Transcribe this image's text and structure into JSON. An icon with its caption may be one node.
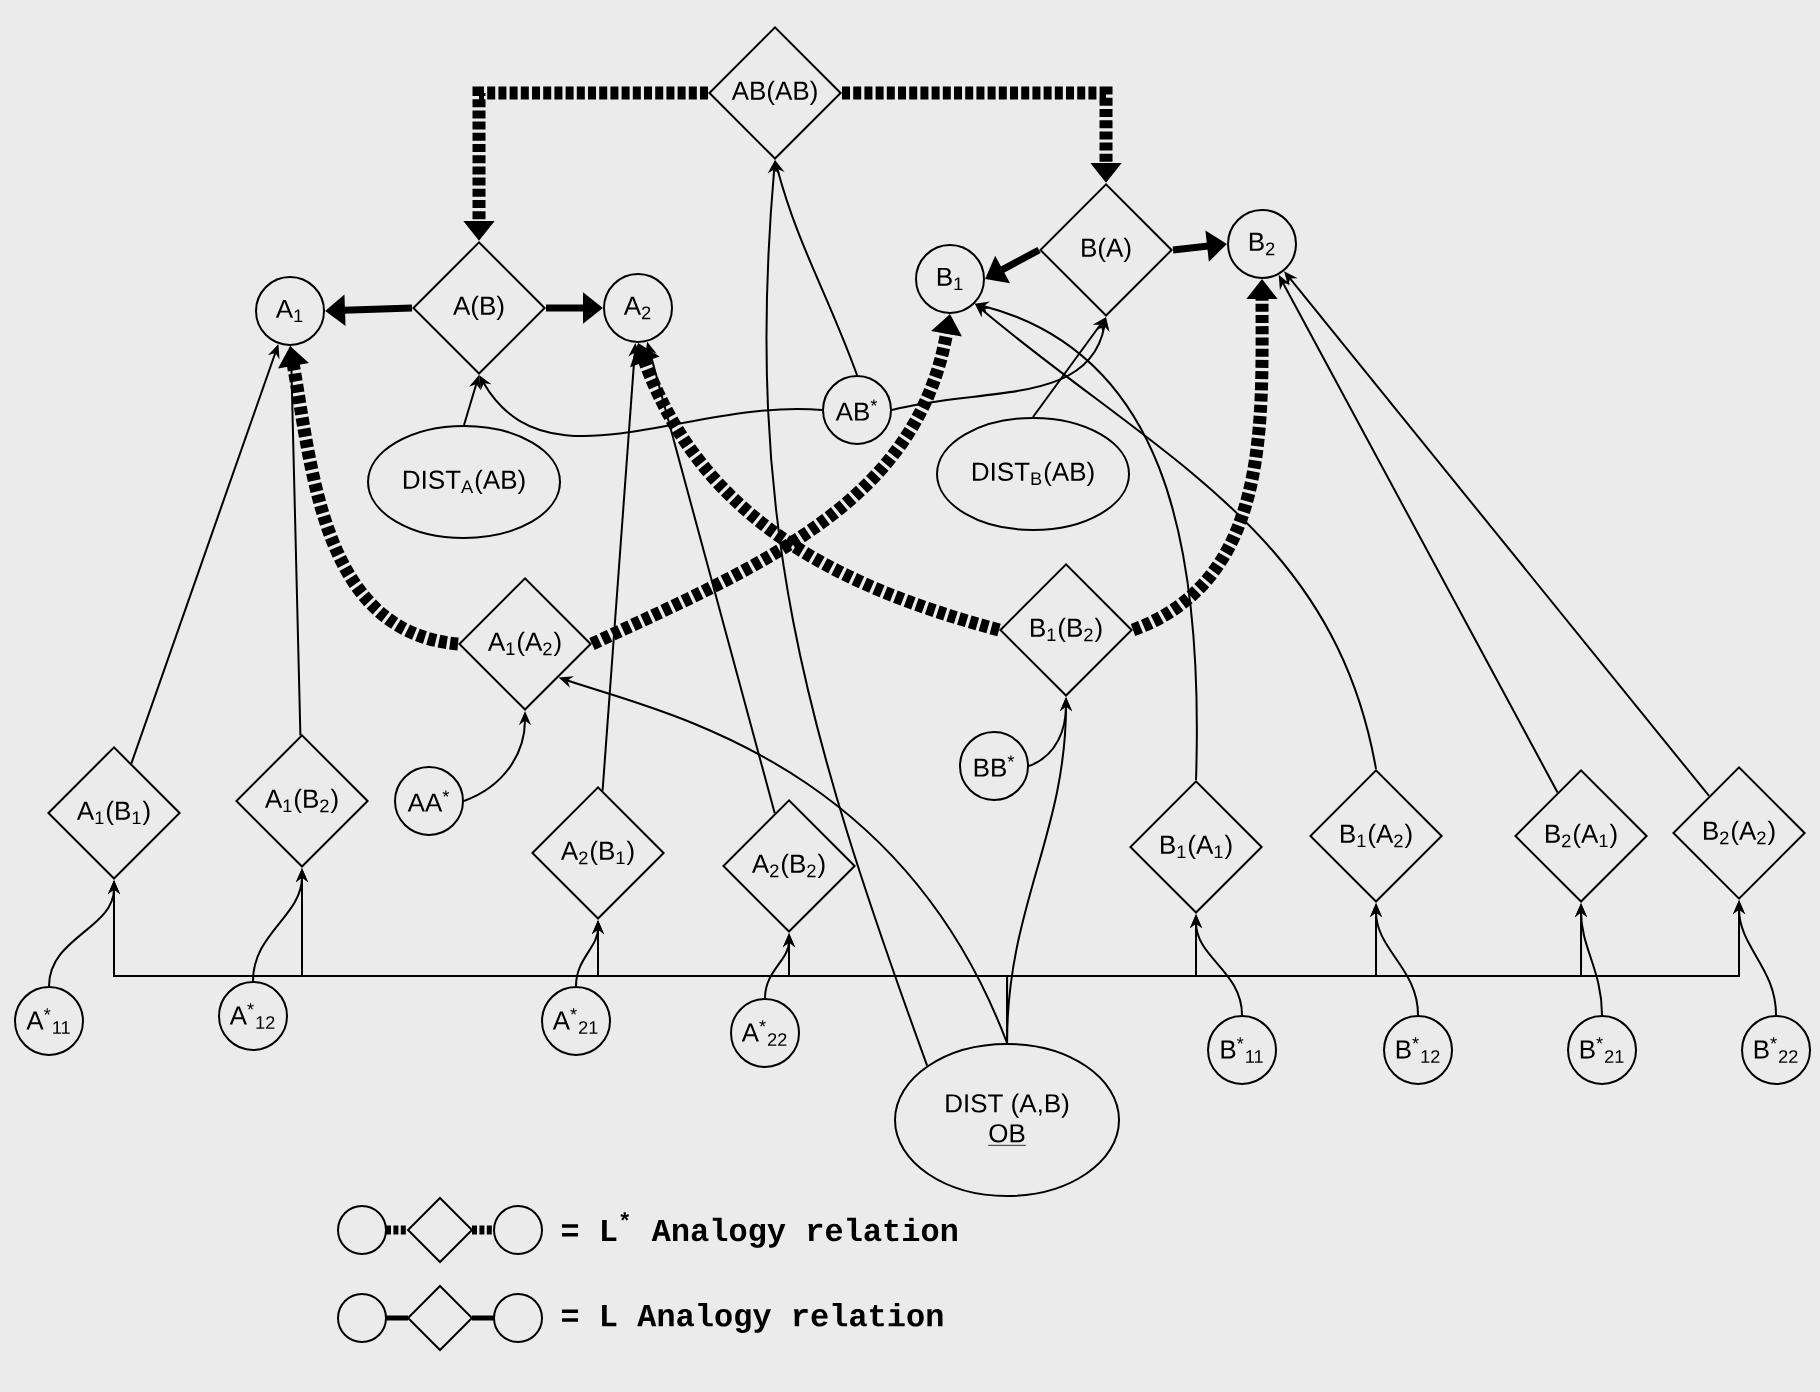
{
  "diagram": {
    "nodes": [
      {
        "text": [
          "AB(AB)"
        ]
      },
      {
        "text": [
          "A(B)"
        ]
      },
      {
        "text": [
          "B(A)"
        ]
      },
      {
        "text": [
          "A$_{1}$"
        ]
      },
      {
        "text": [
          "A$_{2}$"
        ]
      },
      {
        "text": [
          "B$_{1}$"
        ]
      },
      {
        "text": [
          "B$_{2}$"
        ]
      },
      {
        "text": [
          "AB$^{*}$"
        ]
      },
      {
        "text": [
          "DIST$_{A}$(AB)"
        ]
      },
      {
        "text": [
          "DIST$_{B}$(AB)"
        ]
      },
      {
        "text": [
          "A$_{1}$(A$_{2}$)"
        ]
      },
      {
        "text": [
          "B$_{1}$(B$_{2}$)"
        ]
      },
      {
        "text": [
          "AA$^{*}$"
        ]
      },
      {
        "text": [
          "BB$^{*}$"
        ]
      },
      {
        "text": [
          "A$_{1}$(B$_{1}$)"
        ]
      },
      {
        "text": [
          "A$_{1}$(B$_{2}$)"
        ]
      },
      {
        "text": [
          "A$_{2}$(B$_{1}$)"
        ]
      },
      {
        "text": [
          "A$_{2}$(B$_{2}$)"
        ]
      },
      {
        "text": [
          "B$_{1}$(A$_{1}$)"
        ]
      },
      {
        "text": [
          "B$_{1}$(A$_{2}$)"
        ]
      },
      {
        "text": [
          "B$_{2}$(A$_{1}$)"
        ]
      },
      {
        "text": [
          "B$_{2}$(A$_{2}$)"
        ]
      },
      {
        "text": [
          "A$^{*}$$_{11}$"
        ]
      },
      {
        "text": [
          "A$^{*}$$_{12}$"
        ]
      },
      {
        "text": [
          "A$^{*}$$_{21}$"
        ]
      },
      {
        "text": [
          "A$^{*}$$_{22}$"
        ]
      },
      {
        "text": [
          "B$^{*}$$_{11}$"
        ]
      },
      {
        "text": [
          "B$^{*}$$_{12}$"
        ]
      },
      {
        "text": [
          "B$^{*}$$_{21}$"
        ]
      },
      {
        "text": [
          "B$^{*}$$_{22}$"
        ]
      },
      {
        "text": [
          "DIST (A,B)",
          "OB"
        ]
      }
    ],
    "edges": [
      {
        "from": 0,
        "to": 1,
        "arrow": "to",
        "style": "dashed"
      },
      {
        "from": 0,
        "to": 2,
        "arrow": "to",
        "style": "dashed"
      },
      {
        "from": 1,
        "to": 3,
        "arrow": "to",
        "style": "thick"
      },
      {
        "from": 1,
        "to": 4,
        "arrow": "to",
        "style": "thick"
      },
      {
        "from": 2,
        "to": 5,
        "arrow": "to",
        "style": "thick"
      },
      {
        "from": 2,
        "to": 6,
        "arrow": "to",
        "style": "thick"
      },
      {
        "from": 10,
        "to": 3,
        "arrow": "to",
        "style": "dashed"
      },
      {
        "from": 10,
        "to": 5,
        "arrow": "to",
        "style": "dashed"
      },
      {
        "from": 11,
        "to": 4,
        "arrow": "to",
        "style": "dashed"
      },
      {
        "from": 11,
        "to": 6,
        "arrow": "to",
        "style": "dashed"
      },
      {
        "from": 7,
        "to": 0,
        "arrow": "to"
      },
      {
        "from": 30,
        "to": 0,
        "arrow": "to"
      },
      {
        "from": 8,
        "to": 1,
        "arrow": "to"
      },
      {
        "from": 9,
        "to": 2,
        "arrow": "to"
      },
      {
        "from": 7,
        "to": 1,
        "arrow": "to"
      },
      {
        "from": 7,
        "to": 2,
        "arrow": "to"
      },
      {
        "from": 12,
        "to": 10,
        "arrow": "to"
      },
      {
        "from": 30,
        "to": 10,
        "arrow": "to"
      },
      {
        "from": 13,
        "to": 11,
        "arrow": "to"
      },
      {
        "from": 30,
        "to": 11,
        "arrow": "to"
      },
      {
        "from": 22,
        "to": 14,
        "arrow": "to"
      },
      {
        "from": 23,
        "to": 15,
        "arrow": "to"
      },
      {
        "from": 24,
        "to": 16,
        "arrow": "to"
      },
      {
        "from": 25,
        "to": 17,
        "arrow": "to"
      },
      {
        "from": 26,
        "to": 18,
        "arrow": "to"
      },
      {
        "from": 27,
        "to": 19,
        "arrow": "to"
      },
      {
        "from": 28,
        "to": 20,
        "arrow": "to"
      },
      {
        "from": 29,
        "to": 21,
        "arrow": "to"
      },
      {
        "from": 30,
        "to": 14,
        "arrow": "to"
      },
      {
        "from": 30,
        "to": 15,
        "arrow": "to"
      },
      {
        "from": 30,
        "to": 16,
        "arrow": "to"
      },
      {
        "from": 30,
        "to": 17,
        "arrow": "to"
      },
      {
        "from": 30,
        "to": 18,
        "arrow": "to"
      },
      {
        "from": 30,
        "to": 19,
        "arrow": "to"
      },
      {
        "from": 30,
        "to": 20,
        "arrow": "to"
      },
      {
        "from": 30,
        "to": 21,
        "arrow": "to"
      },
      {
        "from": 14,
        "to": 3,
        "arrow": "to"
      },
      {
        "from": 15,
        "to": 3,
        "arrow": "to"
      },
      {
        "from": 16,
        "to": 4,
        "arrow": "to"
      },
      {
        "from": 17,
        "to": 4,
        "arrow": "to"
      },
      {
        "from": 18,
        "to": 5,
        "arrow": "to"
      },
      {
        "from": 19,
        "to": 5,
        "arrow": "to"
      },
      {
        "from": 20,
        "to": 6,
        "arrow": "to"
      },
      {
        "from": 21,
        "to": 6,
        "arrow": "to"
      }
    ],
    "legend": [
      {
        "text": "= L$^{*}$ Analogy relation"
      },
      {
        "text": "= L Analogy relation"
      }
    ]
  }
}
